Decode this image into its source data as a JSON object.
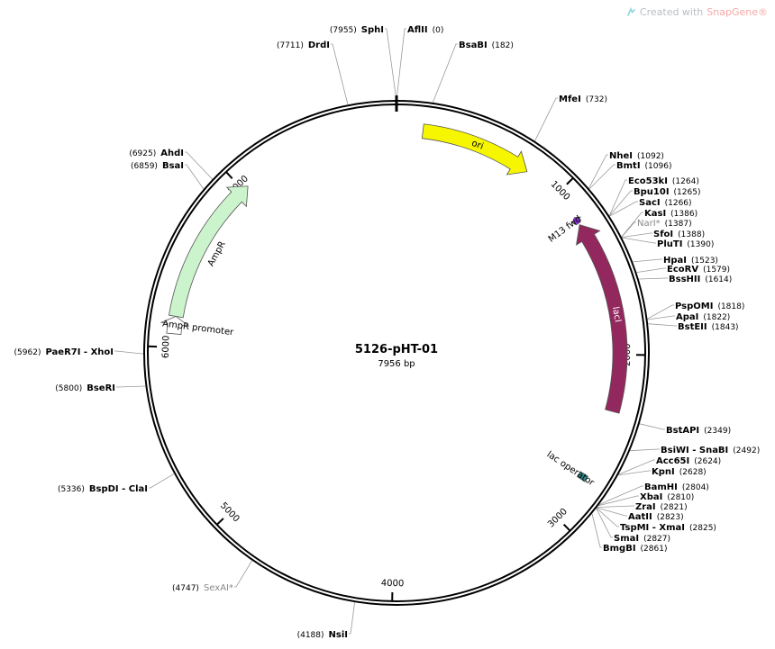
{
  "watermark": {
    "prefix": "Created with ",
    "app": "SnapGene®",
    "colors": {
      "text": "#b9bec4",
      "accent": "#f7a8a8",
      "icon": "#8fd3e0"
    }
  },
  "plasmid": {
    "name": "5126-pHT-01",
    "length_label": "7956 bp",
    "length_bp": 7956
  },
  "ticks": [
    {
      "bp": 1000,
      "label": "1000"
    },
    {
      "bp": 2000,
      "label": "2000"
    },
    {
      "bp": 3000,
      "label": "3000"
    },
    {
      "bp": 4000,
      "label": "4000"
    },
    {
      "bp": 5000,
      "label": "5000"
    },
    {
      "bp": 6000,
      "label": "6000"
    },
    {
      "bp": 7000,
      "label": "7000"
    }
  ],
  "features": [
    {
      "id": "ori",
      "label": "ori",
      "start": 150,
      "end": 790,
      "color": "#f6f600",
      "direction": "cw"
    },
    {
      "id": "lacI",
      "label": "lacI",
      "start": 1215,
      "end": 2325,
      "color": "#93285e",
      "direction": "ccw"
    },
    {
      "id": "ampr",
      "label": "AmpR",
      "start": 6175,
      "end": 7035,
      "color": "#ccf4cc",
      "direction": "cw"
    },
    {
      "id": "ampr-promoter",
      "label": "AmpR promoter",
      "start": 6075,
      "end": 6175,
      "color": "#ffffff",
      "direction": "cw"
    },
    {
      "id": "m13-fwd",
      "label": "M13 fwd",
      "start": 1165,
      "end": 1205,
      "color": "#8a2be2",
      "direction": "ccw"
    },
    {
      "id": "lac-operator",
      "label": "lac operator",
      "start": 2715,
      "end": 2750,
      "color": "#2e8b8b",
      "direction": "none"
    }
  ],
  "sites": [
    {
      "name": "AflII",
      "pos": "(0)",
      "bp": 0,
      "gray": false
    },
    {
      "name": "BsaBI",
      "pos": "(182)",
      "bp": 182,
      "gray": false
    },
    {
      "name": "MfeI",
      "pos": "(732)",
      "bp": 732,
      "gray": false
    },
    {
      "name": "NheI",
      "pos": "(1092)",
      "bp": 1092,
      "gray": false
    },
    {
      "name": "BmtI",
      "pos": "(1096)",
      "bp": 1096,
      "gray": false
    },
    {
      "name": "Eco53kI",
      "pos": "(1264)",
      "bp": 1264,
      "gray": false
    },
    {
      "name": "Bpu10I",
      "pos": "(1265)",
      "bp": 1265,
      "gray": false
    },
    {
      "name": "SacI",
      "pos": "(1266)",
      "bp": 1266,
      "gray": false
    },
    {
      "name": "KasI",
      "pos": "(1386)",
      "bp": 1386,
      "gray": false
    },
    {
      "name": "NarI*",
      "pos": "(1387)",
      "bp": 1387,
      "gray": true
    },
    {
      "name": "SfoI",
      "pos": "(1388)",
      "bp": 1388,
      "gray": false
    },
    {
      "name": "PluTI",
      "pos": "(1390)",
      "bp": 1390,
      "gray": false
    },
    {
      "name": "HpaI",
      "pos": "(1523)",
      "bp": 1523,
      "gray": false
    },
    {
      "name": "EcoRV",
      "pos": "(1579)",
      "bp": 1579,
      "gray": false
    },
    {
      "name": "BssHII",
      "pos": "(1614)",
      "bp": 1614,
      "gray": false
    },
    {
      "name": "PspOMI",
      "pos": "(1818)",
      "bp": 1818,
      "gray": false
    },
    {
      "name": "ApaI",
      "pos": "(1822)",
      "bp": 1822,
      "gray": false
    },
    {
      "name": "BstEII",
      "pos": "(1843)",
      "bp": 1843,
      "gray": false
    },
    {
      "name": "BstAPI",
      "pos": "(2349)",
      "bp": 2349,
      "gray": false
    },
    {
      "name": "BsiWI - SnaBI",
      "pos": "(2492)",
      "bp": 2492,
      "gray": false
    },
    {
      "name": "Acc65I",
      "pos": "(2624)",
      "bp": 2624,
      "gray": false
    },
    {
      "name": "KpnI",
      "pos": "(2628)",
      "bp": 2628,
      "gray": false
    },
    {
      "name": "BamHI",
      "pos": "(2804)",
      "bp": 2804,
      "gray": false
    },
    {
      "name": "XbaI",
      "pos": "(2810)",
      "bp": 2810,
      "gray": false
    },
    {
      "name": "ZraI",
      "pos": "(2821)",
      "bp": 2821,
      "gray": false
    },
    {
      "name": "AatII",
      "pos": "(2823)",
      "bp": 2823,
      "gray": false
    },
    {
      "name": "TspMI - XmaI",
      "pos": "(2825)",
      "bp": 2825,
      "gray": false
    },
    {
      "name": "SmaI",
      "pos": "(2827)",
      "bp": 2827,
      "gray": false
    },
    {
      "name": "BmgBI",
      "pos": "(2861)",
      "bp": 2861,
      "gray": false
    },
    {
      "name": "NsiI",
      "pos": "(4188)",
      "bp": 4188,
      "gray": false
    },
    {
      "name": "SexAI*",
      "pos": "(4747)",
      "bp": 4747,
      "gray": true
    },
    {
      "name": "BspDI - ClaI",
      "pos": "(5336)",
      "bp": 5336,
      "gray": false
    },
    {
      "name": "BseRI",
      "pos": "(5800)",
      "bp": 5800,
      "gray": false
    },
    {
      "name": "PaeR7I - XhoI",
      "pos": "(5962)",
      "bp": 5962,
      "gray": false
    },
    {
      "name": "BsaI",
      "pos": "(6859)",
      "bp": 6859,
      "gray": false
    },
    {
      "name": "AhdI",
      "pos": "(6925)",
      "bp": 6925,
      "gray": false
    },
    {
      "name": "DrdI",
      "pos": "(7711)",
      "bp": 7711,
      "gray": false
    },
    {
      "name": "SphI",
      "pos": "(7955)",
      "bp": 7955,
      "gray": false
    }
  ]
}
